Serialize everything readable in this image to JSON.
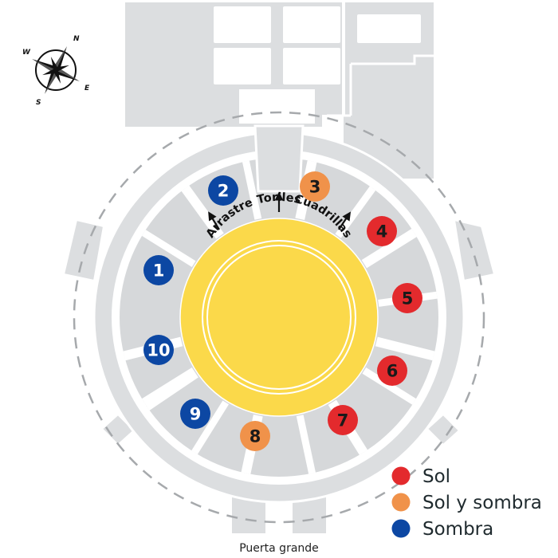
{
  "colors": {
    "sol": "#e32a2d",
    "sol_y_sombra": "#f0924a",
    "sombra": "#0c47a3",
    "arena": "#fbd94a",
    "stands": "#d6d8da",
    "building": "#dcdee0",
    "outline": "#ffffff"
  },
  "compass": {
    "n": "N",
    "e": "E",
    "s": "S",
    "w": "W"
  },
  "gates": {
    "arrastre": "Arrastre",
    "toriles": "Toriles",
    "cuadrillas": "Cuadrillas"
  },
  "sectors": [
    {
      "number": "1",
      "category": "sombra"
    },
    {
      "number": "2",
      "category": "sombra"
    },
    {
      "number": "3",
      "category": "sol_y_sombra"
    },
    {
      "number": "4",
      "category": "sol"
    },
    {
      "number": "5",
      "category": "sol"
    },
    {
      "number": "6",
      "category": "sol"
    },
    {
      "number": "7",
      "category": "sol"
    },
    {
      "number": "8",
      "category": "sol_y_sombra"
    },
    {
      "number": "9",
      "category": "sombra"
    },
    {
      "number": "10",
      "category": "sombra"
    }
  ],
  "legend": [
    {
      "label": "Sol",
      "category": "sol"
    },
    {
      "label": "Sol y sombra",
      "category": "sol_y_sombra"
    },
    {
      "label": "Sombra",
      "category": "sombra"
    }
  ],
  "entrance": {
    "label": "Puerta grande"
  }
}
